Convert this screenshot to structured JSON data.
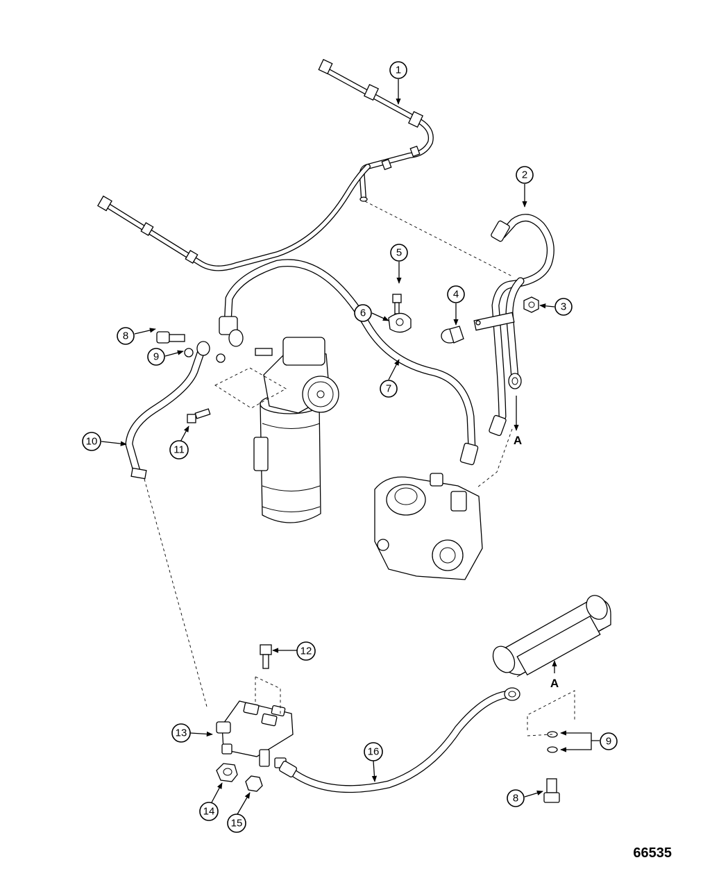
{
  "figure_number": "66535",
  "reference_letter": "A",
  "callouts": [
    "1",
    "2",
    "3",
    "4",
    "5",
    "6",
    "7",
    "8",
    "9",
    "10",
    "11",
    "12",
    "13",
    "14",
    "15",
    "16"
  ]
}
